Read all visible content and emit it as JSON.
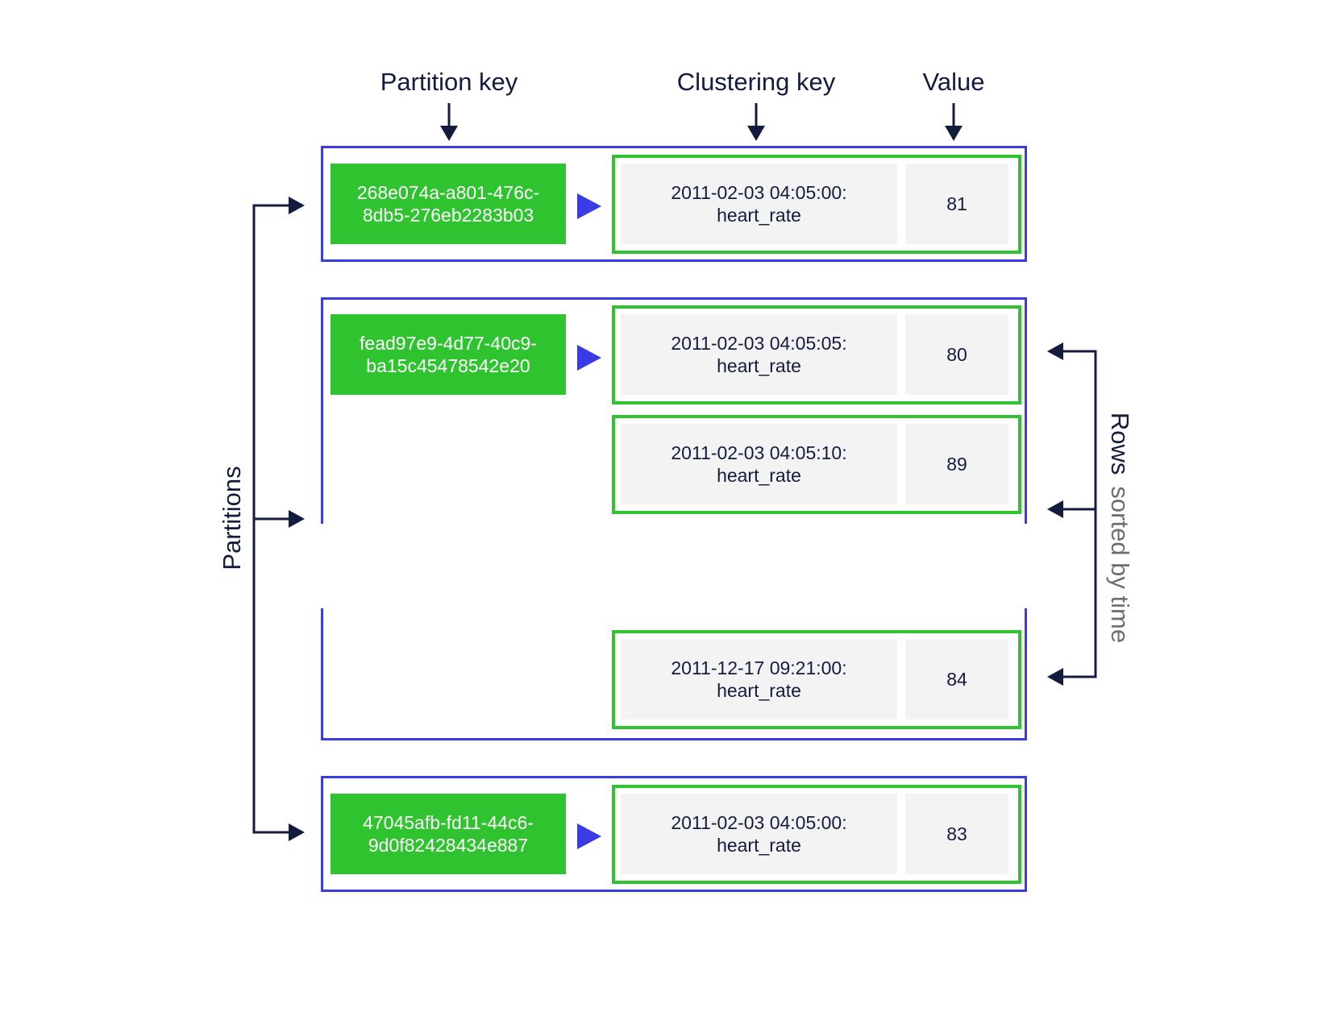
{
  "headers": {
    "partition_key": "Partition key",
    "clustering_key": "Clustering key",
    "value": "Value"
  },
  "side_labels": {
    "partitions": "Partitions",
    "rows": "Rows",
    "sorted_by_time": "sorted by time"
  },
  "partitions": [
    {
      "key": "268e074a-a801-476c-8db5-276eb2283b03",
      "rows": [
        {
          "clustering_key": "2011-02-03 04:05:00:\nheart_rate",
          "value": "81"
        }
      ]
    },
    {
      "key": "fead97e9-4d77-40c9-ba15c45478542e20",
      "rows": [
        {
          "clustering_key": "2011-02-03 04:05:05:\nheart_rate",
          "value": "80"
        },
        {
          "clustering_key": "2011-02-03 04:05:10:\nheart_rate",
          "value": "89"
        },
        {
          "clustering_key": "2011-12-17 09:21:00:\nheart_rate",
          "value": "84"
        }
      ]
    },
    {
      "key": "47045afb-fd11-44c6-9d0f82428434e887",
      "rows": [
        {
          "clustering_key": "2011-02-03 04:05:00:\nheart_rate",
          "value": "83"
        }
      ]
    }
  ],
  "colors": {
    "partition_border": "#3b3be6",
    "row_border": "#2fc42f",
    "key_fill": "#2fc42f",
    "cell_fill": "#f3f3f3",
    "arrow": "#141c3d",
    "play_triangle": "#3b3be6"
  }
}
